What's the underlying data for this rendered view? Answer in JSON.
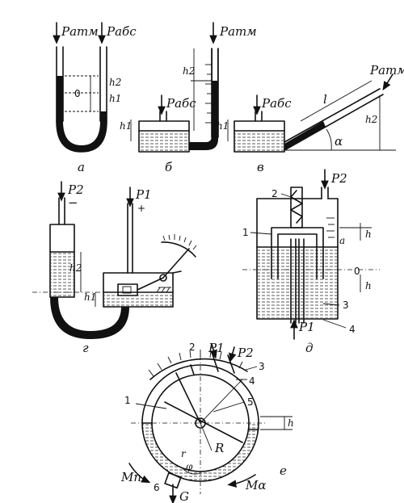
{
  "labels": {
    "patm": "Pатм",
    "pabs": "Pабс",
    "p1": "P1",
    "p2": "P2",
    "h": "h",
    "h1": "h1",
    "h2": "h2",
    "l": "l",
    "alpha": "α",
    "zero": "0",
    "plus": "+",
    "minus": "−",
    "a": "a",
    "R": "R",
    "phi": "φ",
    "r": "r",
    "Mn": "Mn",
    "Ma": "Mα",
    "G": "G"
  },
  "captions": {
    "a": "а",
    "b": "б",
    "v": "в",
    "g": "г",
    "d": "д",
    "e": "е"
  },
  "numbers": {
    "n1": "1",
    "n2": "2",
    "n3": "3",
    "n4": "4",
    "n5": "5",
    "n6": "6"
  }
}
